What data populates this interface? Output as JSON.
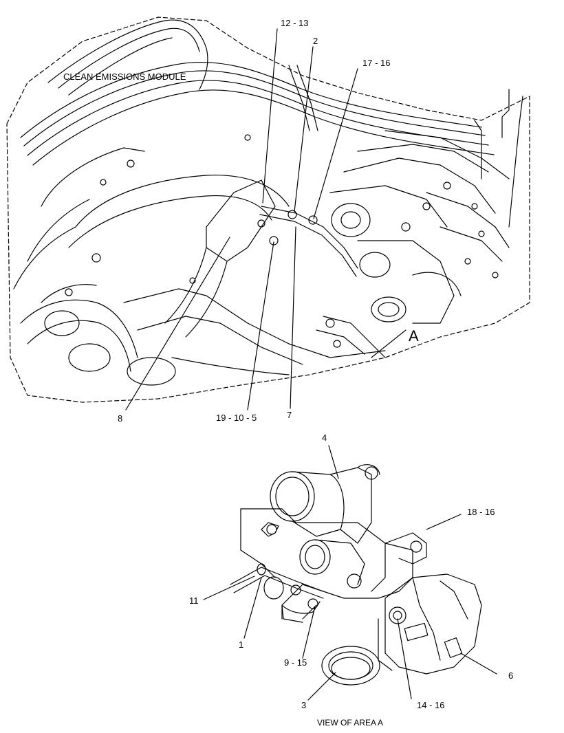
{
  "module_label": "CLEAN EMISSIONS MODULE",
  "area_marker": "A",
  "view_caption": "VIEW OF AREA  A",
  "callouts": {
    "c12_13": "12 - 13",
    "c2": "2",
    "c17_16": "17 - 16",
    "c8": "8",
    "c19_10_5": "19 - 10 - 5",
    "c7": "7",
    "c4": "4",
    "c18_16": "18 - 16",
    "c11": "11",
    "c1": "1",
    "c9_15": "9 - 15",
    "c3": "3",
    "c14_16": "14 - 16",
    "c6": "6"
  },
  "colors": {
    "line": "#000000",
    "background": "#ffffff"
  }
}
